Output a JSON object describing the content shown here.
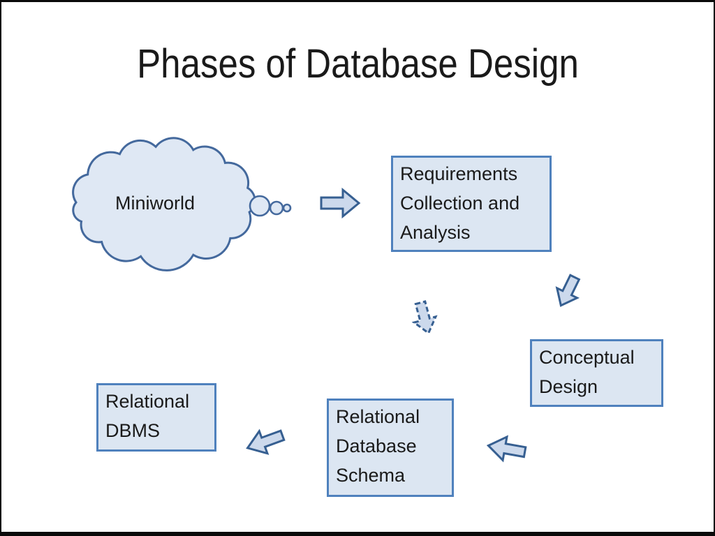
{
  "theme": {
    "background": "#ffffff",
    "frame-color": "#0a0a0a",
    "text-color": "#1a1a1a",
    "box-fill": "#dce6f2",
    "box-border": "#4f81bd",
    "cloud-fill": "#dfe8f4",
    "cloud-stroke": "#44699d",
    "arrow-fill": "#ccd9ec",
    "arrow-stroke": "#365f91"
  },
  "slide": {
    "title": "Phases of Database Design"
  },
  "diagram": {
    "cloud": {
      "label": "Miniworld"
    },
    "boxes": {
      "requirements": "Requirements\nCollection and\nAnalysis",
      "conceptual": "Conceptual\nDesign",
      "schema": "Relational\nDatabase\nSchema",
      "dbms": "Relational\nDBMS"
    },
    "arrows": [
      {
        "name": "miniworld-to-requirements",
        "style": "solid",
        "direction": "right"
      },
      {
        "name": "requirements-to-conceptual",
        "style": "solid",
        "direction": "down-right"
      },
      {
        "name": "requirements-to-schema",
        "style": "dashed",
        "direction": "down-left"
      },
      {
        "name": "conceptual-to-schema",
        "style": "solid",
        "direction": "left"
      },
      {
        "name": "schema-to-dbms",
        "style": "solid",
        "direction": "up-left"
      }
    ]
  }
}
